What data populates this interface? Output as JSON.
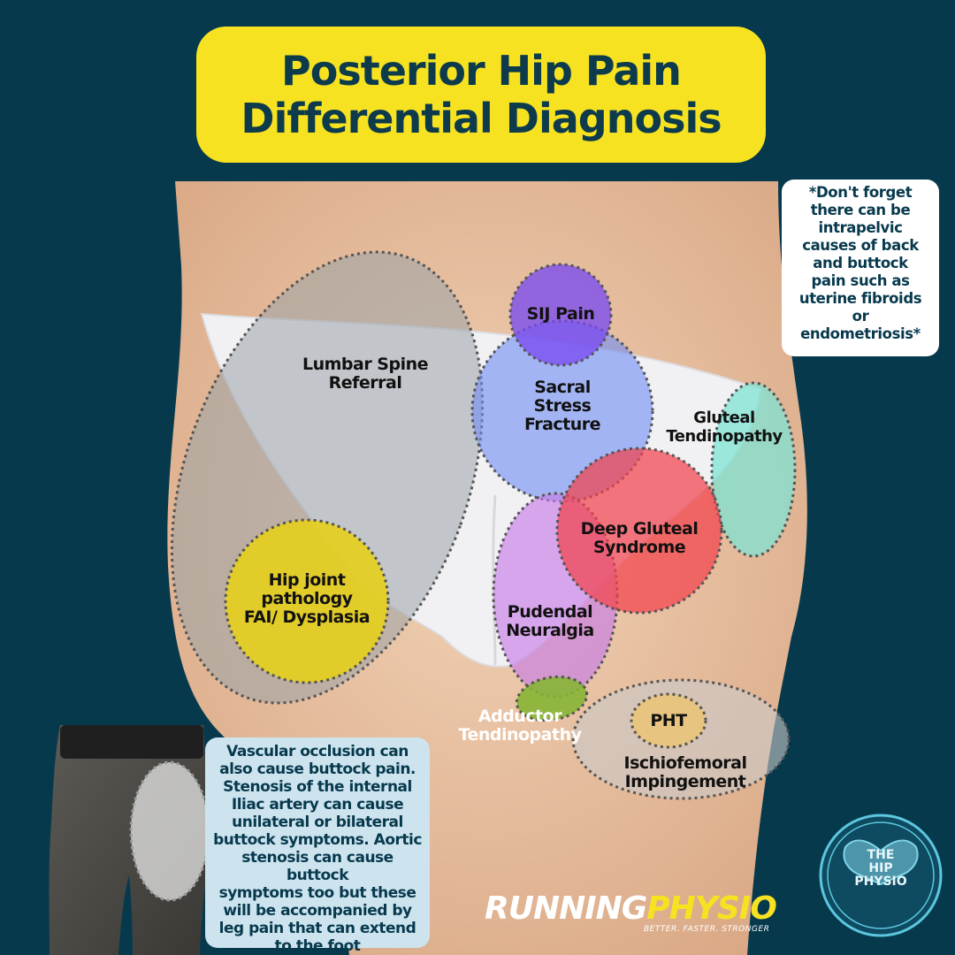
{
  "title": {
    "line1": "Posterior Hip Pain",
    "line2": "Differential Diagnosis"
  },
  "regions": {
    "lumbar": {
      "line1": "Lumbar Spine",
      "line2": "Referral",
      "color": "#9aa3a8"
    },
    "sij": {
      "line1": "SIJ Pain",
      "color": "#7a4cf0"
    },
    "sacral": {
      "line1": "Sacral",
      "line2": "Stress",
      "line3": "Fracture",
      "color": "#6f8cf5"
    },
    "gluteal_tendinopathy": {
      "line1": "Gluteal",
      "line2": "Tendinopathy",
      "color": "#7fe3d4"
    },
    "deep_gluteal": {
      "line1": "Deep Gluteal",
      "line2": "Syndrome",
      "color": "#f2434c"
    },
    "hip_joint": {
      "line1": "Hip joint",
      "line2": "pathology",
      "line3": "FAI/ Dysplasia",
      "color": "#e6cf1c"
    },
    "pudendal": {
      "line1": "Pudendal",
      "line2": "Neuralgia",
      "color": "#c77ce6"
    },
    "adductor": {
      "line1": "Adductor",
      "line2": "Tendinopathy",
      "color": "#86b534"
    },
    "pht": {
      "line1": "PHT",
      "color": "#e8c47c"
    },
    "ischiofemoral": {
      "line1": "Ischiofemoral",
      "line2": "Impingement",
      "color": "#c9c9c9"
    }
  },
  "note": {
    "lines": [
      "*Don't forget",
      "there can be",
      "intrapelvic",
      "causes of back",
      "and buttock",
      "pain such as",
      "uterine fibroids",
      "or",
      "endometriosis*"
    ]
  },
  "vascular": {
    "lines": [
      "Vascular occlusion can",
      "also cause buttock pain.",
      "Stenosis of the internal",
      "Iliac artery can cause",
      "unilateral or bilateral",
      "buttock symptoms. Aortic",
      "stenosis can cause buttock",
      "symptoms too but these",
      "will be accompanied by",
      "leg pain that can extend",
      "to the foot"
    ]
  },
  "brand": {
    "running": "RUNNING",
    "physio": "PHYSIO",
    "tagline": "BETTER. FASTER. STRONGER",
    "badge_line1": "THE",
    "badge_line2": "HIP",
    "badge_line3": "PHYSIO"
  },
  "colors": {
    "background": "#07394d",
    "title_bg": "#f7e222",
    "title_text": "#0d3b4c",
    "skin": "#e9c3a3",
    "brief": "#eeeeee"
  }
}
